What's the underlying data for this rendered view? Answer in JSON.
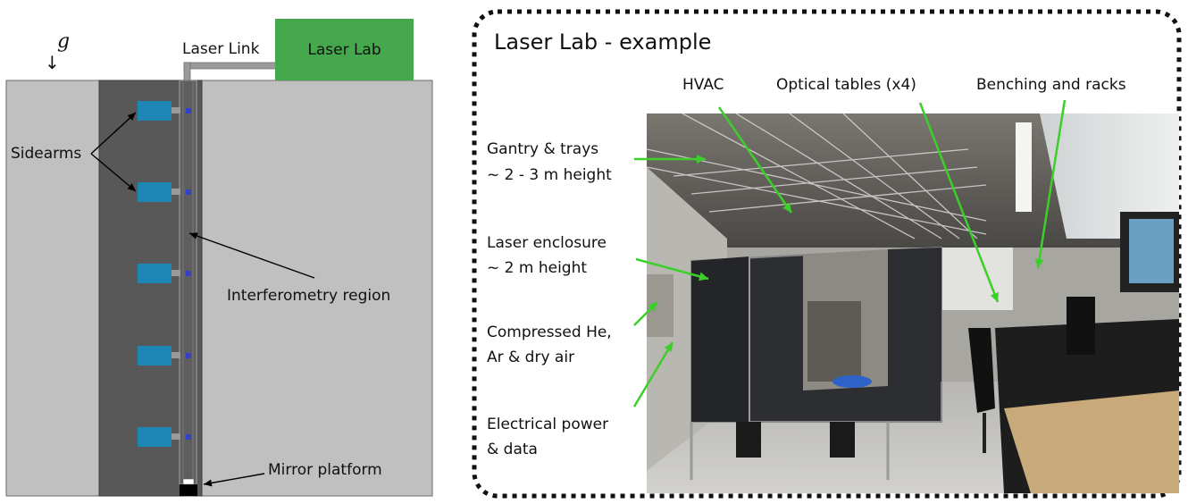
{
  "left_diagram": {
    "gravity_symbol": "g",
    "gravity_arrow": "↓",
    "laser_link_label": "Laser Link",
    "laser_lab_box_label": "Laser Lab",
    "sidearms_label": "Sidearms",
    "interferometry_label": "Interferometry region",
    "mirror_platform_label": "Mirror platform",
    "sidearm_count": 5,
    "colors": {
      "outer_ground": "#c0c0c0",
      "shaft": "#585858",
      "laser_lab": "#45a84d",
      "sidearm": "#1e86b4",
      "port": "#3340c8"
    }
  },
  "right_panel": {
    "title": "Laser Lab - example",
    "labels": {
      "hvac": "HVAC",
      "optical_tables": "Optical tables (x4)",
      "benching": "Benching and racks",
      "gantry_line1": "Gantry & trays",
      "gantry_line2": "~ 2 - 3 m height",
      "enclosure_line1": "Laser enclosure",
      "enclosure_line2": "~ 2 m height",
      "compressed_line1": "Compressed He,",
      "compressed_line2": "Ar & dry air",
      "electrical_line1": "Electrical power",
      "electrical_line2": "& data"
    },
    "colors": {
      "pointer_arrows": "#3ccf2a",
      "border": "#111111"
    }
  }
}
